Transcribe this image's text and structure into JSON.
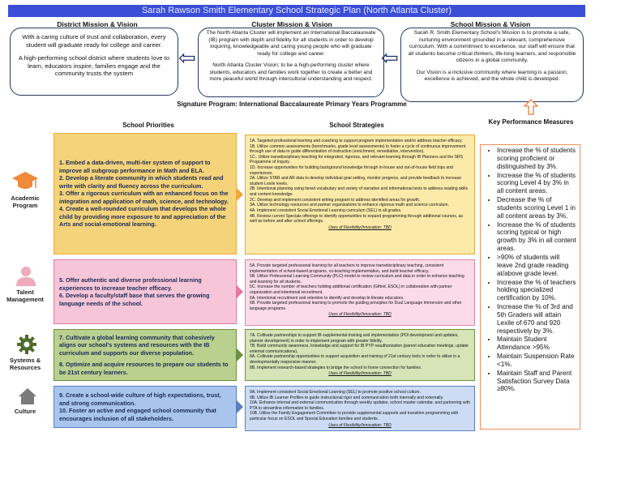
{
  "banner": "Sarah Rawson Smith Elementary School Strategic Plan (North Atlanta Cluster)",
  "district": {
    "title": "District Mission & Vision",
    "mission": "With a caring culture of trust and collaboration, every student will graduate ready for college and career.",
    "vision": "A high-performing school district where students love to learn, educators inspire, families engage and the community trusts the system"
  },
  "cluster": {
    "title": "Cluster Mission & Vision",
    "mission": "The North Atlanta Cluster will implement an International Baccalaureate (IB) program with depth and fidelity for all students in order to develop inquiring, knowledgeable and caring young people who will graduate ready for college and career.",
    "vision": "North Atlanta Cluster Vision; to be a high-performing cluster where students, educators and families work together to create a better and more peaceful world through intercultural understanding and respect."
  },
  "school": {
    "title": "School Mission & Vision",
    "mission": "Sarah R. Smith Elementary School's Mission is to promote a safe, nurturing environment grounded in a relevant, comprehensive curriculum. With a commitment to excellence, our staff will ensure that all students become critical thinkers, life-long learners, and responsible citizens in a global community.",
    "vision": "Our Vision is a inclusive community where learning is a passion, excellence is achieved, and the whole child is developed."
  },
  "signature": "Signature Program: International Baccalaureate Primary Years Programme",
  "headers": {
    "priorities": "School Priorities",
    "strategies": "School Strategies",
    "kpi": "Key Performance Measures"
  },
  "areas": [
    {
      "label": "Academic Program",
      "icon": "graduation-cap-icon",
      "priorities": [
        "1. Embed a data-driven, multi-tier system of support to improve all subgroup performance in Math and ELA.",
        "2. Develop a literate community in which students read and write with clarity and fluency across the curriculum.",
        "3. Offer a rigorous curriculum with an enhanced focus on the integration and application of math, science, and technology.",
        "4. Create a well-rounded curriculum that develops the whole child by providing more exposure to and appreciation of the Arts and social-emotional learning."
      ],
      "strategies": [
        "1A. Targeted professional learning and coaching to support program implementation and/or address teacher efficacy.",
        "1B. Utilize common assessments (benchmarks, grade level assessments) to foster a cycle of continuous improvement through use of data to guide differentiation of instruction (enrichment, remediation, intervention).",
        "1C.. Utilize transdisciplinary teaching for integrated, rigorous, and relevant learning through IB Planners and the SRS Programme of Inquiry.",
        "1D. Increase opportunities for building background knowledge through in-house and out-of-house field trips and experiences.",
        "2A. Utilize STAR and AR data to develop individual goal setting, monitor progress, and provide feedback to increase student Lexile levels.",
        "2B. Intentional planning using tiered vocabulary and variety of narrative and informational texts to address reading skills and content knowledge.",
        "2C. Develop and implement consistent writing program to address identified areas for growth.",
        "3A. Utilize technology resources and partner organizations to enhance rigorous math and science curriculum.",
        "4A. Implement consistent Social Emotional Learning curriculum (SEL) in all grades.",
        "4B. Review current Specials offerings to identify opportunities to expand programming through additional courses, as well as before and after school offerings."
      ],
      "flex": "Uses of Flexibility/Innovation: TBD"
    },
    {
      "label": "Talent Management",
      "icon": "person-icon",
      "priorities": [
        "5. Offer authentic and diverse professional learning experiences to increase teacher efficacy.",
        "6. Develop a faculty/staff base that serves the growing language needs of the school."
      ],
      "strategies": [
        "5A. Provide targeted professional learning for all teachers to improve transdisciplinary teaching, consistent implementation of school-based programs, co-teaching implementation, and build teacher efficacy.",
        "5B. Utilize Professional Learning Community (PLC) model to review curriculum and data in order to enhance teaching and learning for all students.",
        "5C. Increase the number of teachers holding additional certification (Gifted, ESOL) in collaboration with partner organization and intentional recruitment.",
        "6A. Intentional recruitment and retention to identify and develop bi-literate educators.",
        "6B. Provide targeted professional learning to promote the guiding principles for Dual Language Immersion and other language programs."
      ],
      "flex": "Uses of Flexibility/Innovation: TBD"
    },
    {
      "label": "Systems & Resources",
      "icon": "gear-icon",
      "priorities": [
        "7. Cultivate a global learning community that cohesively aligns our school's systems and resources with the IB curriculum and supports our diverse population.",
        "8. Optimize and acquire resources to prepare our students to be 21st century learners."
      ],
      "strategies": [
        "7A. Cultivate partnerships to support IB supplemental training and implementation (POI development and updates, planner development) in order to implement program with greater fidelity.",
        "7B. Build community awareness, knowledge and support for IB PYP reauthorization (parent education meetings, update external communications).",
        "8A. Cultivate partnership opportunities to support acquisition and training of 21st century tools in order to utilize in a developmentally responsive manner.",
        "8B. Implement research-based strategies to bridge the school to home connection for families."
      ],
      "flex": "Uses of Flexibility/Innovation: TBD"
    },
    {
      "label": "Culture",
      "icon": "house-icon",
      "priorities": [
        "9. Create a school-wide culture of high expectations, trust, and strong communication.",
        "10. Foster an active and engaged school community that encourages inclusion of all stakeholders."
      ],
      "strategies": [
        "9A. Implement consistent Social Emotional Learning (SEL) to promote positive school culture.",
        "9B. Utilize IB Learner Profiles to guide instructional rigor and communication both internally and externally.",
        "10A. Enhance internal and external communication through weekly updates, school master calendar, and partnering with PTA to streamline information to families.",
        "10B. Utilize the Family Engagement Committee to provide supplemental supports and transition programming with particular focus on ESOL and Special Education families and students."
      ],
      "flex": "Uses of Flexibility/Innovation: TBD"
    }
  ],
  "kpis": [
    "Increase the % of students scoring proficient or distinguished by 3%.",
    "Increase the % of students scoring Level 4 by 3% in all content areas.",
    "Decrease the % of students scoring Level 1 in all content areas by 3%.",
    "Increase the % of students scoring typical or high growth by 3% in all content areas.",
    ">90% of students will leave 2nd grade reading at/above grade level.",
    "Increase the % of teachers holding specialized certification by 10%.",
    "Increase the % of 3rd and 5th Graders will attain Lexile of 670 and 920 respectively by 3%.",
    "Maintain Student Attendance >95%",
    "Maintain Suspension Rate <1%.",
    "Maintain Staff and Parent Satisfaction Survey Data ≥80%."
  ],
  "colors": {
    "banner": "#3a4ed8",
    "academic": "#f5d37a",
    "talent": "#f6c6d8",
    "systems": "#b9d08f",
    "culture": "#a9c5ee",
    "kpi_border": "#ef8e5a"
  }
}
